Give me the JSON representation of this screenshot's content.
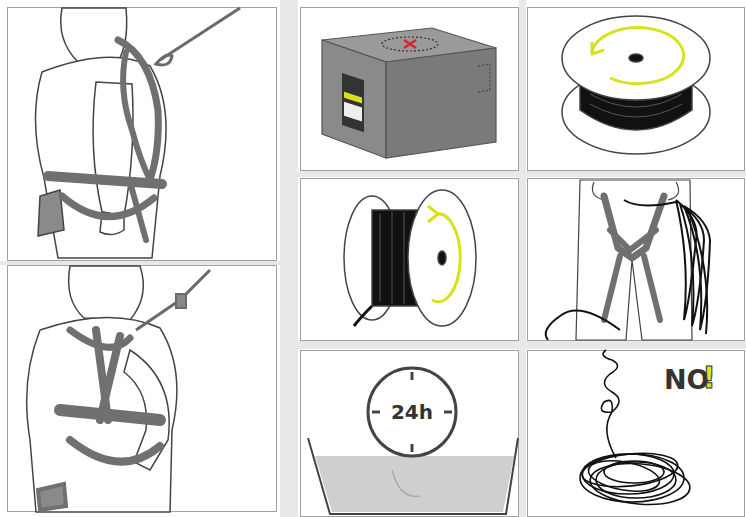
{
  "diagram": {
    "nodes": [
      {
        "text": [
          "24h"
        ]
      }
    ],
    "labels": [
      "NO",
      "!"
    ]
  }
}
